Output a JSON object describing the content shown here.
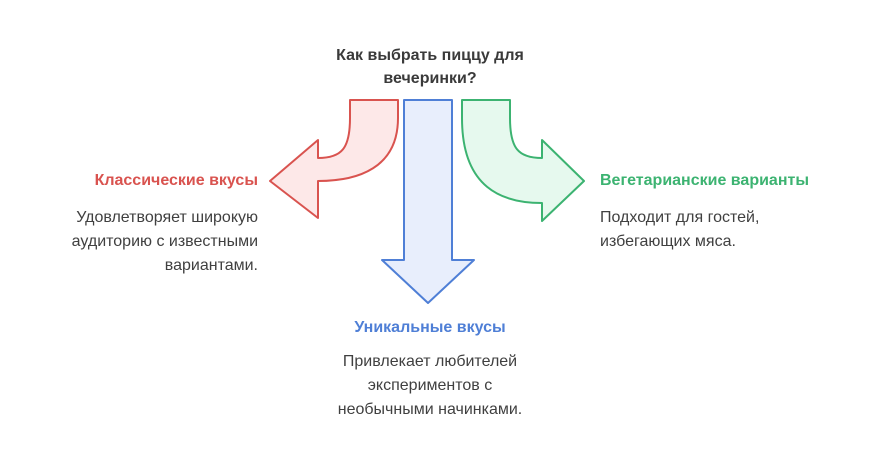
{
  "title": {
    "line1": "Как выбрать пиццу для",
    "line2": "вечеринки?"
  },
  "branches": {
    "left": {
      "heading": "Классические вкусы",
      "desc": [
        "Удовлетворяет широкую",
        "аудиторию с известными",
        "вариантами."
      ],
      "color": "#d9534f",
      "fill": "#fde8e8"
    },
    "bottom": {
      "heading": "Уникальные вкусы",
      "desc": [
        "Привлекает любителей",
        "экспериментов с",
        "необычными начинками."
      ],
      "color": "#4f7fd6",
      "fill": "#e8eefc"
    },
    "right": {
      "heading": "Вегетарианские варианты",
      "desc": [
        "Подходит для гостей,",
        "избегающих мяса."
      ],
      "color": "#3cb371",
      "fill": "#e6f9ee"
    }
  }
}
